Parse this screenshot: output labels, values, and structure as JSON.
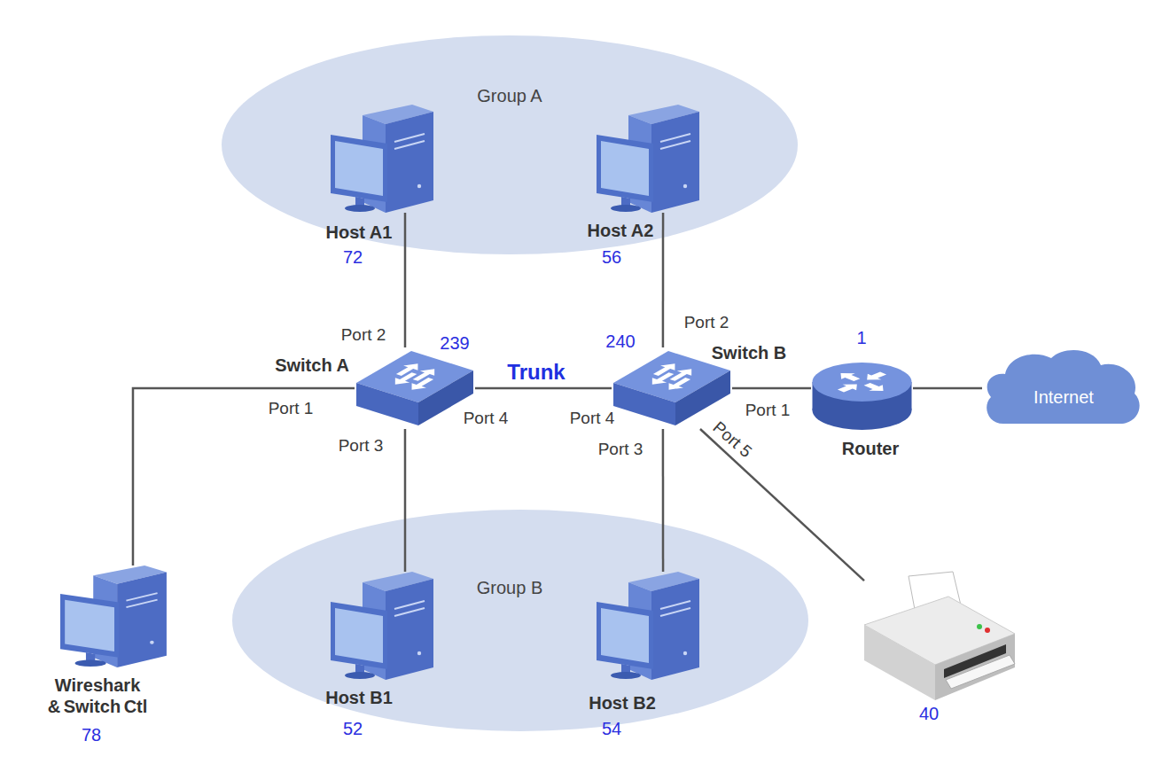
{
  "diagram": {
    "nodes": [
      {
        "text": [
          "Group A"
        ]
      },
      {
        "text": [
          "Host A1",
          "72"
        ],
        "in": 0
      },
      {
        "text": [
          "Host A2",
          "56"
        ],
        "in": 0
      },
      {
        "text": [
          "Switch A",
          "239"
        ]
      },
      {
        "text": [
          "Switch B",
          "240"
        ]
      },
      {
        "text": [
          "Router",
          "1"
        ]
      },
      {
        "text": [
          "Internet"
        ]
      },
      {
        "text": [
          "Wireshark & Switch Ctl",
          "78"
        ]
      },
      {
        "text": [
          "Group B"
        ]
      },
      {
        "text": [
          "Host B1",
          "52"
        ],
        "in": 8
      },
      {
        "text": [
          "Host B2",
          "54"
        ],
        "in": 8
      },
      {
        "text": [
          "40"
        ]
      }
    ],
    "edges": [
      {
        "from": 3,
        "to": 1,
        "arrow": "none"
      },
      {
        "from": 4,
        "to": 2,
        "arrow": "none"
      },
      {
        "from": 3,
        "to": 7,
        "arrow": "none"
      },
      {
        "from": 3,
        "to": 4,
        "label": "Trunk",
        "arrow": "none"
      },
      {
        "from": 4,
        "to": 5,
        "arrow": "none"
      },
      {
        "from": 5,
        "to": 6,
        "arrow": "none"
      },
      {
        "from": 3,
        "to": 9,
        "arrow": "none"
      },
      {
        "from": 4,
        "to": 10,
        "arrow": "none"
      },
      {
        "from": 4,
        "to": 11,
        "arrow": "none"
      }
    ],
    "labels": [
      "Port 2",
      "Port 2",
      "Port 1",
      "Port 4",
      "Port 4",
      "Port 1",
      "Port 3",
      "Port 3",
      "Port 5"
    ]
  }
}
